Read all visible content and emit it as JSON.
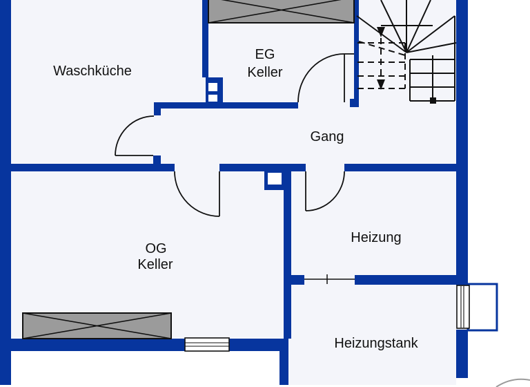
{
  "plan": {
    "type": "basement-floor-plan",
    "rooms": {
      "waschkueche": {
        "label": "Waschküche"
      },
      "eg_keller": {
        "line1": "EG",
        "line2": "Keller"
      },
      "gang": {
        "label": "Gang"
      },
      "og_keller": {
        "line1": "OG",
        "line2": "Keller"
      },
      "heizung": {
        "label": "Heizung"
      },
      "heizungstank": {
        "label": "Heizungstank"
      }
    }
  },
  "colors": {
    "wall": "#07359e",
    "room": "#f4f5fa",
    "outside": "#ffffff",
    "line": "#111111",
    "fixture_gray": "#9b9b9b",
    "curve_gray": "#9a9a9a"
  }
}
